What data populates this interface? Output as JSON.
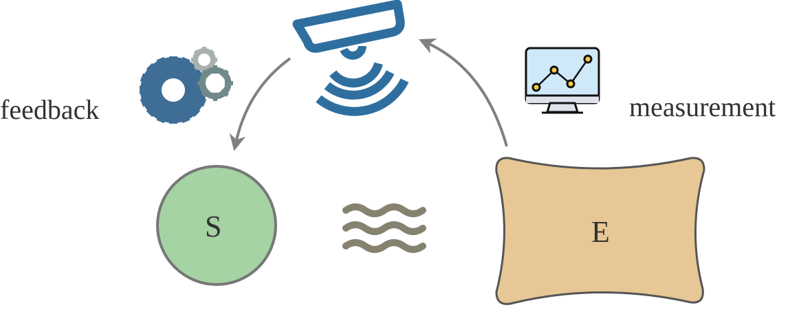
{
  "labels": {
    "feedback": "feedback",
    "measurement": "measurement",
    "system": "S",
    "environment": "E"
  },
  "colors": {
    "sensor": "#2f6f9f",
    "gear_main": "#3e6e96",
    "gear_light": "#a9b0b0",
    "gear_green": "#6f8a88",
    "system_fill": "#a5d3a3",
    "env_fill": "#e6c795",
    "arrow": "#808080",
    "waves": "#858270"
  }
}
